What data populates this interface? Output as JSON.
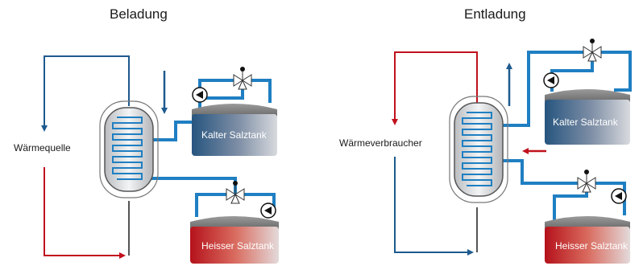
{
  "panels": {
    "left": {
      "title": "Beladung",
      "external_label": "Wärmequelle",
      "cold_tank": "Kalter Salztank",
      "hot_tank": "Heisser Salztank"
    },
    "right": {
      "title": "Entladung",
      "external_label": "Wärmeverbraucher",
      "cold_tank": "Kalter Salztank",
      "hot_tank": "Heisser Salztank"
    }
  },
  "colors": {
    "pipe": "#1f7fc2",
    "flow_blue": "#1e5a8e",
    "flow_red": "#c0111d",
    "outline": "#555555"
  }
}
